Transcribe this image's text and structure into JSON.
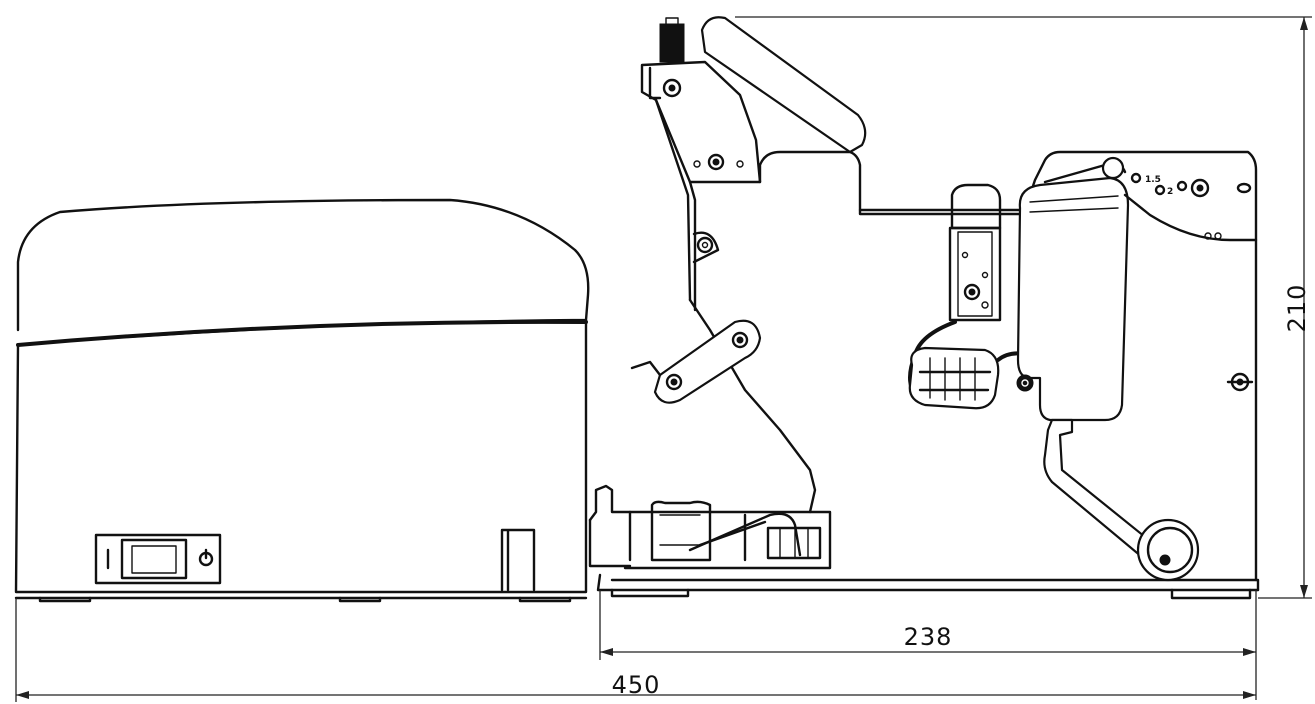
{
  "drawing": {
    "dimensions": {
      "overall_length": "450",
      "unwinder_length": "238",
      "height": "210"
    },
    "unwinder": {
      "guide_labels": [
        "1.5",
        "2"
      ]
    }
  }
}
